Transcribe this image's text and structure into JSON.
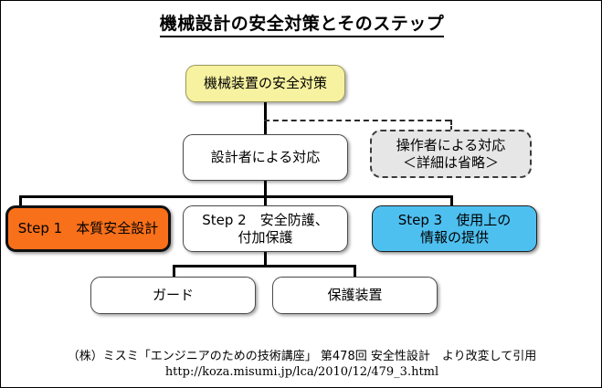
{
  "page": {
    "title": "機械設計の安全対策とそのステップ",
    "background_color": "#ffffff",
    "border_color": "#000000"
  },
  "diagram": {
    "nodes": {
      "root": {
        "label": "機械装置の安全対策",
        "fill_color": "#f7f2a0",
        "border_style": "solid"
      },
      "designer": {
        "label": "設計者による対応",
        "fill_color": "#ffffff",
        "border_style": "solid"
      },
      "operator": {
        "label": "操作者による対応\n＜詳細は省略＞",
        "fill_color": "#e6e6e6",
        "border_style": "dashed"
      },
      "step1": {
        "label": "Step 1　本質安全設計",
        "fill_color": "#f8701a",
        "border_style": "solid"
      },
      "step2": {
        "label": "Step 2　安全防護、\n付加保護",
        "fill_color": "#ffffff",
        "border_style": "solid"
      },
      "step3": {
        "label": "Step 3　使用上の\n情報の提供",
        "fill_color": "#4ec0f0",
        "border_style": "solid"
      },
      "guard": {
        "label": "ガード",
        "fill_color": "#ffffff",
        "border_style": "solid"
      },
      "protective_device": {
        "label": "保護装置",
        "fill_color": "#ffffff",
        "border_style": "solid"
      }
    }
  },
  "footer": {
    "line1": "（株）ミスミ「エンジニアのための技術講座」 第478回 安全性設計　より改変して引用",
    "line2": "http://koza.misumi.jp/lca/2010/12/479_3.html"
  }
}
